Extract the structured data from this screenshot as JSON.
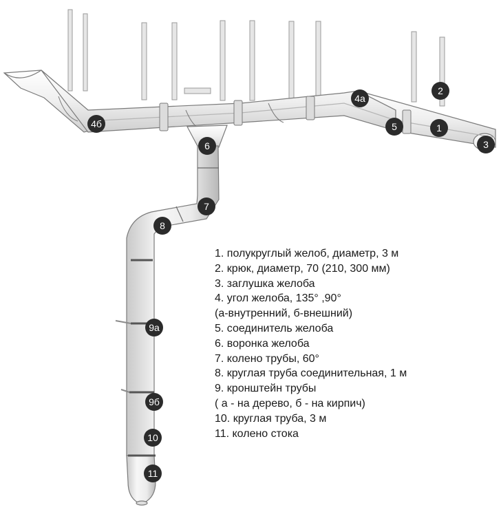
{
  "badges": {
    "b1": "1",
    "b2": "2",
    "b3": "3",
    "b4a": "4а",
    "b4b": "4б",
    "b5": "5",
    "b6": "6",
    "b7": "7",
    "b8": "8",
    "b9a": "9а",
    "b9b": "9б",
    "b10": "10",
    "b11": "11"
  },
  "legend": [
    "1. полукруглый желоб, диаметр,  3 м",
    "2. крюк, диаметр, 70 (210, 300 мм)",
    "3. заглушка желоба",
    "4. угол желоба, 135° ,90°",
    "(а-внутренний, б-внешний)",
    "5. соединитель желоба",
    "6. воронка желоба",
    "7. колено трубы,  60°",
    "8. круглая труба соединительная, 1 м",
    "9. кронштейн трубы",
    "( а - на дерево, б - на кирпич)",
    "10. круглая труба, 3 м",
    "11. колено стока"
  ],
  "colors": {
    "badge": "#2b2b2b",
    "gutter": "#f1f1f1",
    "outline": "#7a7a7a"
  }
}
